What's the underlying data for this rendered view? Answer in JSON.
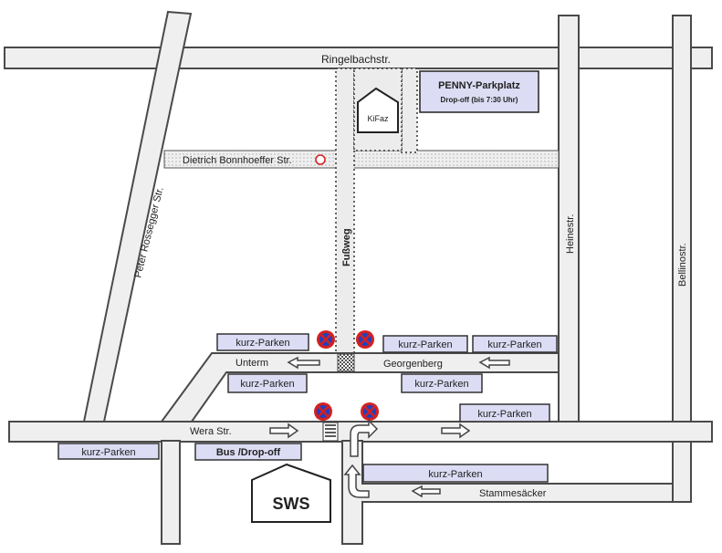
{
  "streets": {
    "ringelbach": "Ringelbachstr.",
    "bonnhoeffer": "Dietrich Bonnhoeffer Str.",
    "rossegger": "Peter Rossegger Str.",
    "fussweg": "Fußweg",
    "heine": "Heinestr.",
    "bellino": "Bellinostr.",
    "unterm": "Unterm",
    "georgenberg": "Georgenberg",
    "wera": "Wera Str.",
    "stammesaecker": "Stammesäcker"
  },
  "buildings": {
    "kifaz": "KiFaz",
    "sws": "SWS"
  },
  "penny": {
    "title": "PENNY-Parkplatz",
    "subtitle": "Drop-off (bis 7:30 Uhr)"
  },
  "parking": {
    "kurz": "kurz-Parken",
    "bus": "Bus /Drop-off"
  },
  "colors": {
    "parking_fill": "#dcdcf4",
    "no_stopping_red": "#d42020",
    "no_stopping_blue": "#2040c0"
  },
  "icons": {
    "no_stopping": "no-stopping-sign",
    "arrow": "direction-arrow",
    "marker": "location-marker-circle"
  }
}
